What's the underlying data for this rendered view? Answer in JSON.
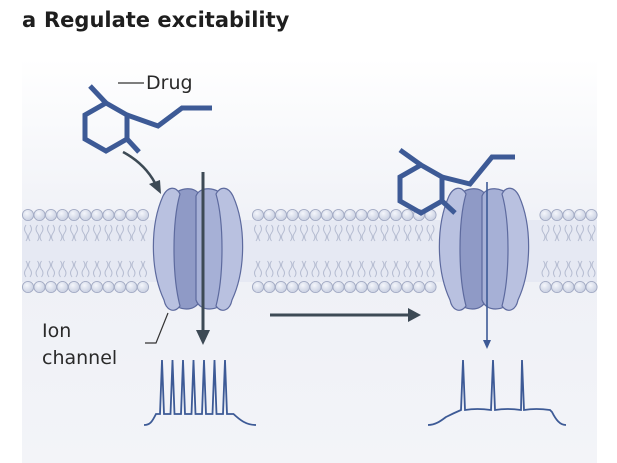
{
  "panel": {
    "letter": "a",
    "title": "Regulate excitability"
  },
  "labels": {
    "drug": "Drug",
    "ion_line1": "Ion",
    "ion_line2": "channel"
  },
  "colors": {
    "drug": "#3d5a96",
    "channel_fill": "#aab4d6",
    "channel_dark": "#7f8bbd",
    "channel_stroke": "#5d6a9e",
    "arrow": "#3d4a55",
    "trace": "#3d5a96",
    "lipid_head": "#d6dbe9",
    "membrane_band": "#e3e7f1",
    "background": "#f1f2f7"
  },
  "traces": {
    "before_spikes": 7,
    "after_spikes": 3
  }
}
